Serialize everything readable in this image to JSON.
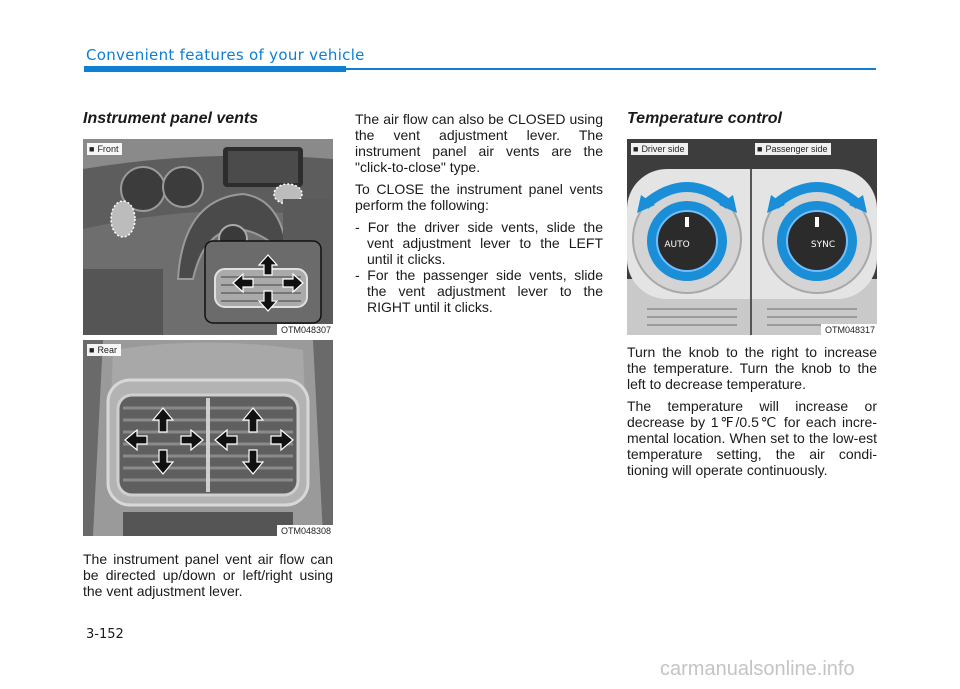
{
  "header": {
    "title": "Convenient features of your vehicle"
  },
  "left": {
    "heading": "Instrument panel vents",
    "figure_front": {
      "label": "Front",
      "code": "OTM048307"
    },
    "figure_rear": {
      "label": "Rear",
      "code": "OTM048308"
    },
    "body": "The instrument panel vent air flow can be directed up/down or left/right using the vent adjustment lever."
  },
  "middle": {
    "p1": "The air flow can also be CLOSED using the vent adjustment lever. The instrument panel air vents are the \"click-to-close\" type.",
    "p2": "To CLOSE the instrument panel vents perform the following:",
    "bullets": [
      "- For the driver side vents, slide the vent adjustment lever to the LEFT until it clicks.",
      "- For the passenger side vents, slide the vent adjustment lever to the RIGHT until it clicks."
    ]
  },
  "right": {
    "heading": "Temperature control",
    "figure": {
      "label_driver": "Driver side",
      "label_passenger": "Passenger side",
      "code": "OTM048317",
      "knob_left": "AUTO",
      "knob_right": "SYNC"
    },
    "p1": "Turn the knob to the right to increase the temperature. Turn the knob to the left to decrease temperature.",
    "p2": "The temperature will increase or decrease by 1℉/0.5℃ for each incre-mental location. When set to the low-est temperature setting, the air condi-tioning will operate continuously."
  },
  "footer": {
    "page_number": "3-152",
    "watermark": "carmanualsonline.info"
  },
  "colors": {
    "accent": "#0d7fd4",
    "knob_blue": "#1a8fd8"
  }
}
